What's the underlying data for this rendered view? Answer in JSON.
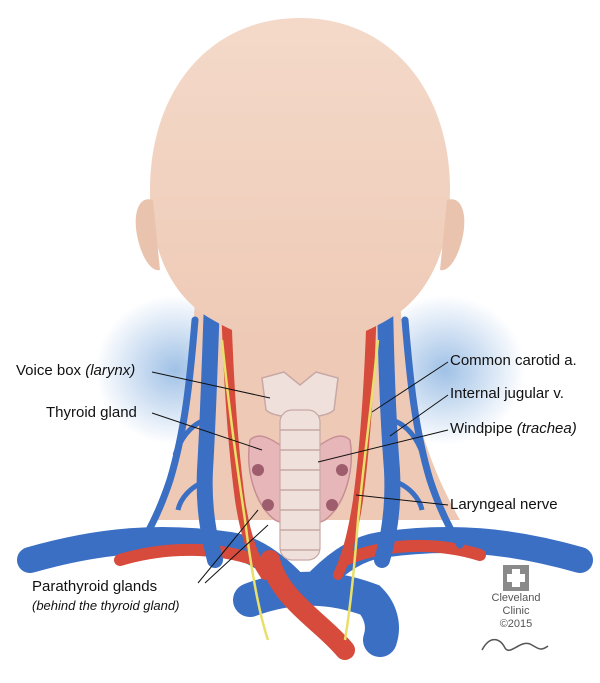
{
  "labels": {
    "voice_box": "Voice box",
    "voice_box_sci": "(larynx)",
    "thyroid": "Thyroid gland",
    "carotid": "Common carotid a.",
    "jugular": "Internal jugular v.",
    "windpipe": "Windpipe",
    "windpipe_sci": "(trachea)",
    "laryngeal": "Laryngeal nerve",
    "parathyroid": "Parathyroid glands",
    "parathyroid_note": "(behind the thyroid gland)"
  },
  "logo": {
    "line1": "Cleveland",
    "line2": "Clinic",
    "copyright": "©2015"
  },
  "signature": "Jramasz",
  "colors": {
    "skin": "#f2d4c4",
    "skin_shadow": "#e6bda8",
    "vein": "#3a6fc4",
    "artery": "#d64b3c",
    "thyroid": "#e7b6b8",
    "nerve": "#e8e06a",
    "glow": "#9fc0e6"
  }
}
